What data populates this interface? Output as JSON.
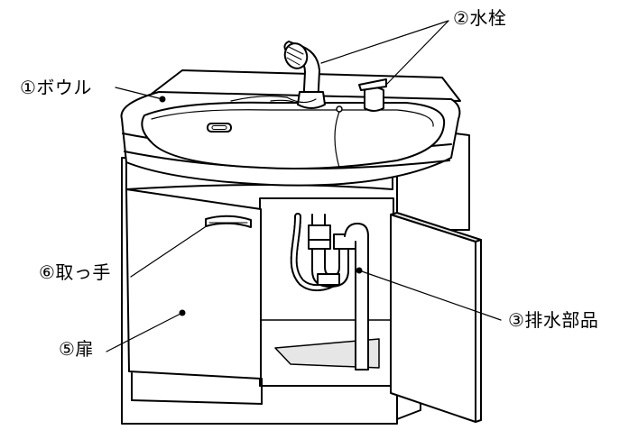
{
  "labels": {
    "bowl": "①ボウル",
    "faucet": "②水栓",
    "drain": "③排水部品",
    "door": "⑤扉",
    "handle": "⑥取っ手"
  },
  "colors": {
    "line": "#000000",
    "fill": "#ffffff",
    "shade": "#dcdcdc"
  }
}
